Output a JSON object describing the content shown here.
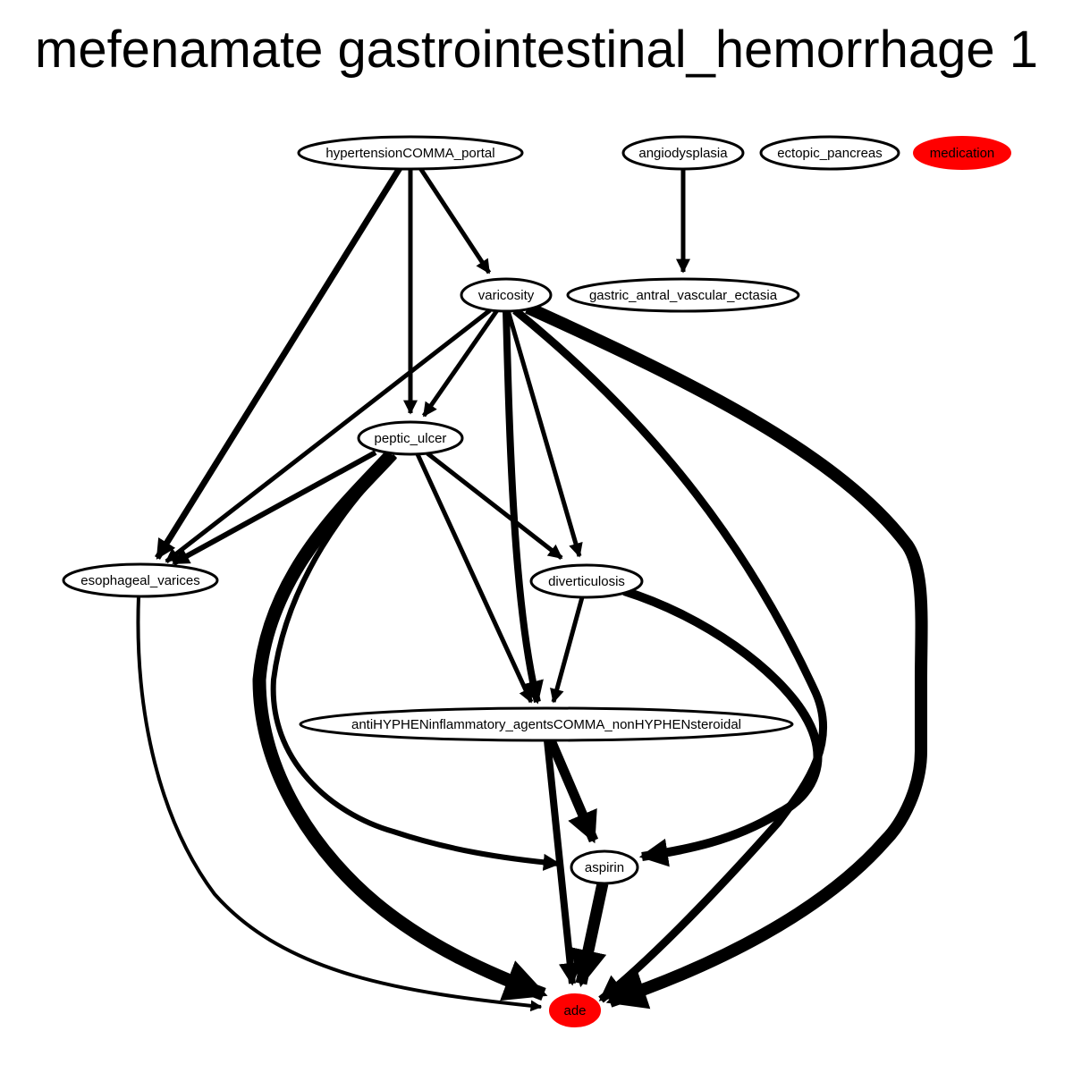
{
  "title": "mefenamate gastrointestinal_hemorrhage 1",
  "colors": {
    "highlight_node": "#ff0000",
    "edge": "#000000",
    "node_fill": "#ffffff"
  },
  "nodes": [
    {
      "id": "hypertension_portal",
      "label": "hypertensionCOMMA_portal",
      "highlighted": false
    },
    {
      "id": "angiodysplasia",
      "label": "angiodysplasia",
      "highlighted": false
    },
    {
      "id": "ectopic_pancreas",
      "label": "ectopic_pancreas",
      "highlighted": false
    },
    {
      "id": "medication",
      "label": "medication",
      "highlighted": true
    },
    {
      "id": "varicosity",
      "label": "varicosity",
      "highlighted": false
    },
    {
      "id": "gave",
      "label": "gastric_antral_vascular_ectasia",
      "highlighted": false
    },
    {
      "id": "peptic_ulcer",
      "label": "peptic_ulcer",
      "highlighted": false
    },
    {
      "id": "esophageal_varices",
      "label": "esophageal_varices",
      "highlighted": false
    },
    {
      "id": "diverticulosis",
      "label": "diverticulosis",
      "highlighted": false
    },
    {
      "id": "nsaids",
      "label": "antiHYPHENinflammatory_agentsCOMMA_nonHYPHENsteroidal",
      "highlighted": false
    },
    {
      "id": "aspirin",
      "label": "aspirin",
      "highlighted": false
    },
    {
      "id": "ade",
      "label": "ade",
      "highlighted": true
    }
  ],
  "edges": [
    {
      "from": "hypertension_portal",
      "to": "esophageal_varices"
    },
    {
      "from": "hypertension_portal",
      "to": "peptic_ulcer"
    },
    {
      "from": "hypertension_portal",
      "to": "varicosity"
    },
    {
      "from": "angiodysplasia",
      "to": "gave"
    },
    {
      "from": "varicosity",
      "to": "esophageal_varices"
    },
    {
      "from": "varicosity",
      "to": "peptic_ulcer"
    },
    {
      "from": "varicosity",
      "to": "diverticulosis"
    },
    {
      "from": "varicosity",
      "to": "nsaids"
    },
    {
      "from": "varicosity",
      "to": "ade"
    },
    {
      "from": "varicosity",
      "to": "ade"
    },
    {
      "from": "peptic_ulcer",
      "to": "esophageal_varices"
    },
    {
      "from": "peptic_ulcer",
      "to": "diverticulosis"
    },
    {
      "from": "peptic_ulcer",
      "to": "nsaids"
    },
    {
      "from": "peptic_ulcer",
      "to": "ade"
    },
    {
      "from": "peptic_ulcer",
      "to": "aspirin"
    },
    {
      "from": "esophageal_varices",
      "to": "ade"
    },
    {
      "from": "diverticulosis",
      "to": "nsaids"
    },
    {
      "from": "diverticulosis",
      "to": "aspirin"
    },
    {
      "from": "nsaids",
      "to": "aspirin"
    },
    {
      "from": "nsaids",
      "to": "ade"
    },
    {
      "from": "aspirin",
      "to": "ade"
    }
  ]
}
